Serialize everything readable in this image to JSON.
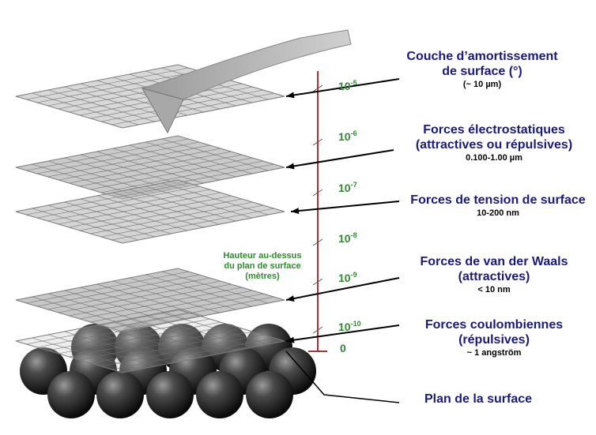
{
  "layers": [
    {
      "title_lines": [
        "Couche d’amortissement",
        "de surface (°)"
      ],
      "range": "(~ 10 µm)"
    },
    {
      "title_lines": [
        "Forces électrostatiques",
        "(attractives ou répulsives)"
      ],
      "range": "0.100-1.00 µm"
    },
    {
      "title_lines": [
        "Forces de tension de surface"
      ],
      "range": "10-200 nm"
    },
    {
      "title_lines": [
        "Forces de van der Waals",
        "(attractives)"
      ],
      "range": "< 10 nm"
    },
    {
      "title_lines": [
        "Forces coulombiennes",
        "(répulsives)"
      ],
      "range": "~ 1 angström"
    }
  ],
  "surface_label": "Plan de la surface",
  "axis": {
    "title_lines": [
      "Hauteur au-dessus",
      "du plan de surface",
      "(mètres)"
    ],
    "ticks": [
      {
        "base": "10",
        "exp": "-5"
      },
      {
        "base": "10",
        "exp": "-6"
      },
      {
        "base": "10",
        "exp": "-7"
      },
      {
        "base": "10",
        "exp": "-8"
      },
      {
        "base": "10",
        "exp": "-9"
      },
      {
        "base": "10",
        "exp": "-10"
      },
      {
        "base": "0",
        "exp": ""
      }
    ]
  },
  "colors": {
    "label": "#1a1a7a",
    "axis_text": "#2e8b2e",
    "axis_line": "#b03030",
    "plane": "#b8b8b8"
  }
}
